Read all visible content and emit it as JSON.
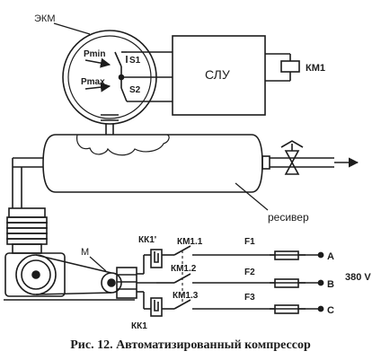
{
  "labels": {
    "ekm": "ЭКМ",
    "pmin": "Pmin",
    "pmax": "Pmax",
    "s1": "S1",
    "s2": "S2",
    "slu": "СЛУ",
    "km1": "КМ1",
    "receiver": "ресивер",
    "motor": "М",
    "kk1_prime": "КК1'",
    "kk1": "КК1",
    "km1_1": "КМ1.1",
    "km1_2": "КМ1.2",
    "km1_3": "КМ1.3",
    "f1": "F1",
    "f2": "F2",
    "f3": "F3",
    "phase_a": "A",
    "phase_b": "B",
    "phase_c": "C",
    "voltage": "380 V"
  },
  "caption": "Рис. 12. Автоматизированный компрессор"
}
